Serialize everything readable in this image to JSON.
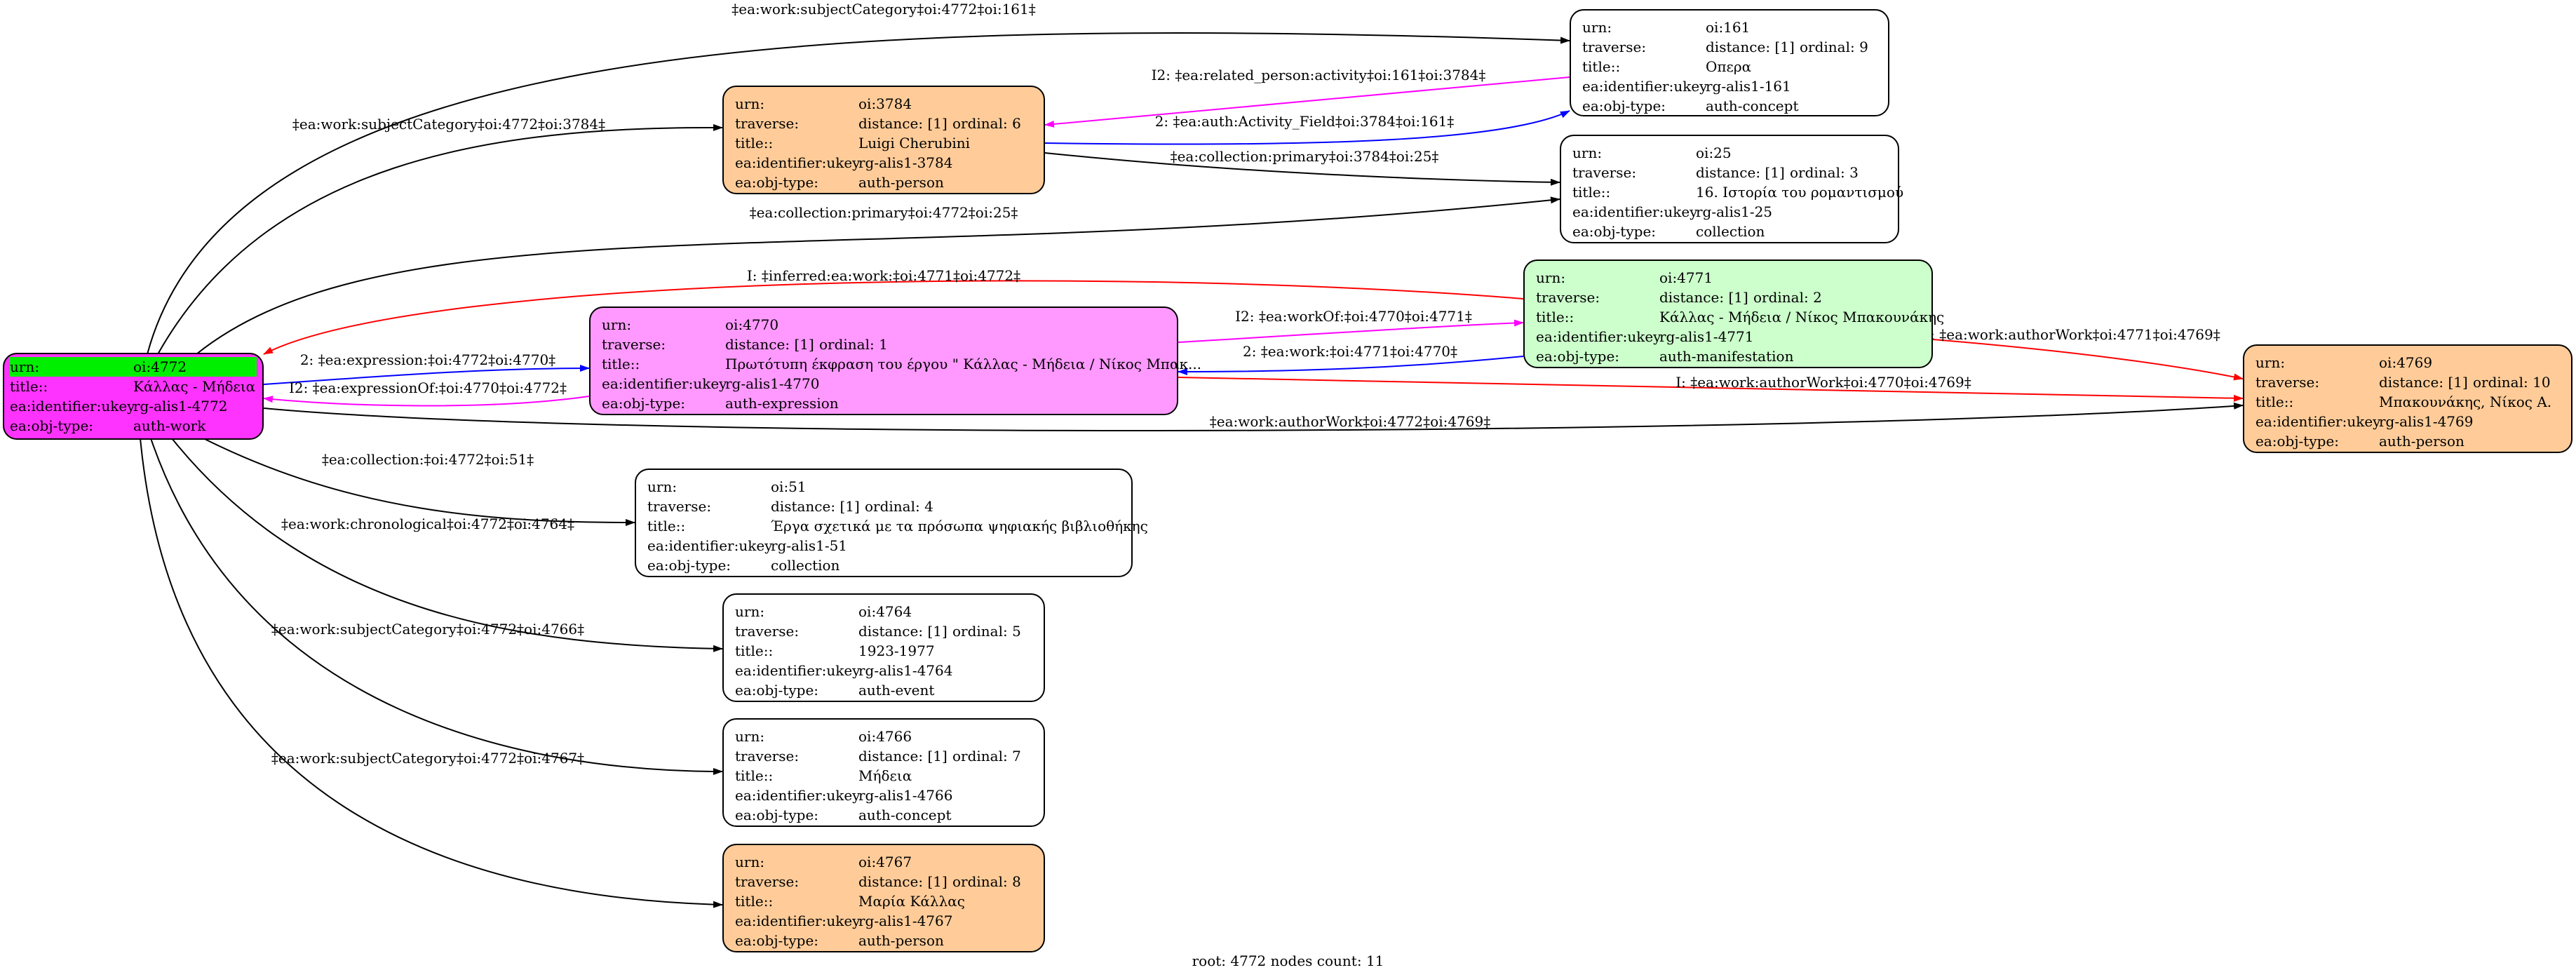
{
  "colors": {
    "root_fill": "#ff33ff",
    "root_urn_highlight": "#00ee00",
    "person_fill": "#ffcc99",
    "expression_fill": "#ff99ff",
    "manifestation_fill": "#ccffcc",
    "plain_fill": "#ffffff",
    "edge_black": "#000000",
    "edge_red": "#ff0000",
    "edge_blue": "#0000ff",
    "edge_magenta": "#ff00ff"
  },
  "labels": {
    "urn": "urn:",
    "traverse": "traverse:",
    "title": "title::",
    "ukey": "ea:identifier:ukey",
    "objtype": "ea:obj-type:"
  },
  "nodes": [
    {
      "id": "root",
      "urn": "oi:4772",
      "title": "Κάλλας - Μήδεια",
      "ukey": "rg-alis1-4772",
      "objtype": "auth-work"
    },
    {
      "id": "n161",
      "urn": "oi:161",
      "distance": "distance: [1]",
      "ordinal": "ordinal: 9",
      "title": "Οπερα",
      "ukey": "rg-alis1-161",
      "objtype": "auth-concept"
    },
    {
      "id": "n3784",
      "urn": "oi:3784",
      "distance": "distance: [1]",
      "ordinal": "ordinal: 6",
      "title": "Luigi Cherubini",
      "ukey": "rg-alis1-3784",
      "objtype": "auth-person"
    },
    {
      "id": "n25",
      "urn": "oi:25",
      "distance": "distance: [1]",
      "ordinal": "ordinal: 3",
      "title": "16. Ιστορία του ρομαντισμού",
      "ukey": "rg-alis1-25",
      "objtype": "collection"
    },
    {
      "id": "n4771",
      "urn": "oi:4771",
      "distance": "distance: [1]",
      "ordinal": "ordinal: 2",
      "title": "Κάλλας - Μήδεια / Νίκος Μπακουνάκης",
      "ukey": "rg-alis1-4771",
      "objtype": "auth-manifestation"
    },
    {
      "id": "n4770",
      "urn": "oi:4770",
      "distance": "distance: [1]",
      "ordinal": "ordinal: 1",
      "title": "Πρωτότυπη έκφραση του έργου \" Κάλλας - Μήδεια / Νίκος Μπακ...",
      "ukey": "rg-alis1-4770",
      "objtype": "auth-expression"
    },
    {
      "id": "n4769",
      "urn": "oi:4769",
      "distance": "distance: [1]",
      "ordinal": "ordinal: 10",
      "title": "Μπακουνάκης, Νίκος Α.",
      "ukey": "rg-alis1-4769",
      "objtype": "auth-person"
    },
    {
      "id": "n51",
      "urn": "oi:51",
      "distance": "distance: [1]",
      "ordinal": "ordinal: 4",
      "title": "Έργα σχετικά με τα πρόσωπα ψηφιακής βιβλιοθήκης",
      "ukey": "rg-alis1-51",
      "objtype": "collection"
    },
    {
      "id": "n4764",
      "urn": "oi:4764",
      "distance": "distance: [1]",
      "ordinal": "ordinal: 5",
      "title": "1923-1977",
      "ukey": "rg-alis1-4764",
      "objtype": "auth-event"
    },
    {
      "id": "n4766",
      "urn": "oi:4766",
      "distance": "distance: [1]",
      "ordinal": "ordinal: 7",
      "title": "Μήδεια",
      "ukey": "rg-alis1-4766",
      "objtype": "auth-concept"
    },
    {
      "id": "n4767",
      "urn": "oi:4767",
      "distance": "distance: [1]",
      "ordinal": "ordinal: 8",
      "title": "Μαρία Κάλλας",
      "ukey": "rg-alis1-4767",
      "objtype": "auth-person"
    }
  ],
  "edges": [
    {
      "id": "e1",
      "label": "‡ea:work:subjectCategory‡oi:4772‡oi:161‡",
      "color": "black"
    },
    {
      "id": "e2",
      "label": "‡ea:work:subjectCategory‡oi:4772‡oi:3784‡",
      "color": "black"
    },
    {
      "id": "e3",
      "label": "‡ea:collection:primary‡oi:4772‡oi:25‡",
      "color": "black"
    },
    {
      "id": "e4",
      "label": "I2: ‡ea:related_person:activity‡oi:161‡oi:3784‡",
      "color": "magenta"
    },
    {
      "id": "e5",
      "label": "2: ‡ea:auth:Activity_Field‡oi:3784‡oi:161‡",
      "color": "blue"
    },
    {
      "id": "e6",
      "label": "‡ea:collection:primary‡oi:3784‡oi:25‡",
      "color": "black"
    },
    {
      "id": "e7",
      "label": "I: ‡inferred:ea:work:‡oi:4771‡oi:4772‡",
      "color": "red"
    },
    {
      "id": "e8",
      "label": "2: ‡ea:expression:‡oi:4772‡oi:4770‡",
      "color": "blue"
    },
    {
      "id": "e9",
      "label": "I2: ‡ea:expressionOf:‡oi:4770‡oi:4772‡",
      "color": "magenta"
    },
    {
      "id": "e10",
      "label": "I2: ‡ea:workOf:‡oi:4770‡oi:4771‡",
      "color": "magenta"
    },
    {
      "id": "e11",
      "label": "2: ‡ea:work:‡oi:4771‡oi:4770‡",
      "color": "blue"
    },
    {
      "id": "e12",
      "label": "I: ‡ea:work:authorWork‡oi:4771‡oi:4769‡",
      "color": "red"
    },
    {
      "id": "e13",
      "label": "I: ‡ea:work:authorWork‡oi:4770‡oi:4769‡",
      "color": "red"
    },
    {
      "id": "e14",
      "label": "‡ea:work:authorWork‡oi:4772‡oi:4769‡",
      "color": "black"
    },
    {
      "id": "e15",
      "label": "‡ea:collection:‡oi:4772‡oi:51‡",
      "color": "black"
    },
    {
      "id": "e16",
      "label": "‡ea:work:chronological‡oi:4772‡oi:4764‡",
      "color": "black"
    },
    {
      "id": "e17",
      "label": "‡ea:work:subjectCategory‡oi:4772‡oi:4766‡",
      "color": "black"
    },
    {
      "id": "e18",
      "label": "‡ea:work:subjectCategory‡oi:4772‡oi:4767‡",
      "color": "black"
    }
  ],
  "footer": "root: 4772 nodes count: 11"
}
